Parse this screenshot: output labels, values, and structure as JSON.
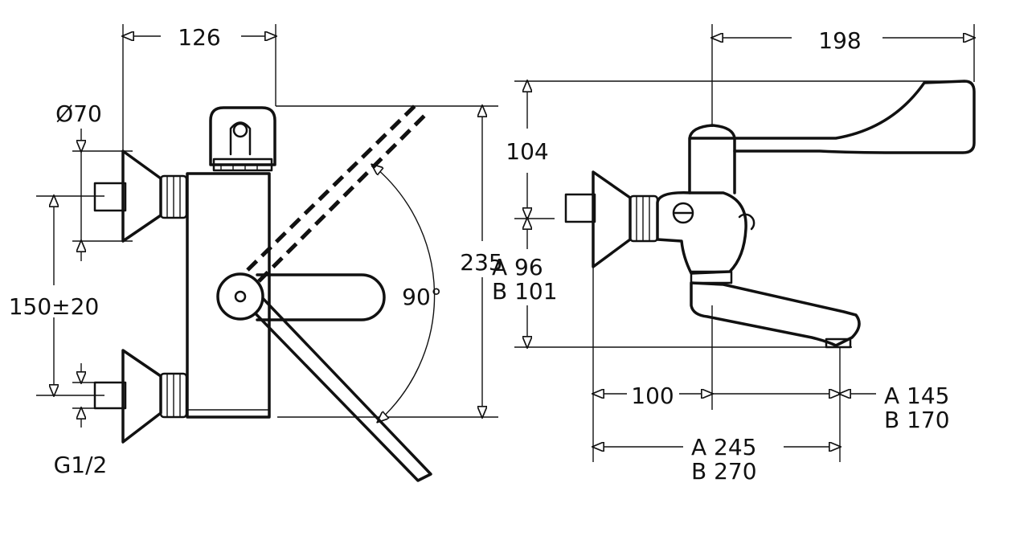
{
  "front_view": {
    "dim_width_top": "126",
    "dim_diameter": "Ø70",
    "dim_spacing": "150±20",
    "dim_thread": "G1/2",
    "dim_angle": "90°",
    "dim_height": "235"
  },
  "side_view": {
    "dim_reach": "198",
    "dim_top_height": "104",
    "dim_spout_a": "A  96",
    "dim_spout_b": "B  101",
    "dim_wall_offset": "100",
    "dim_spout_len_a": "A  145",
    "dim_spout_len_b": "B  170",
    "dim_total_a": "A  245",
    "dim_total_b": "B  270"
  }
}
